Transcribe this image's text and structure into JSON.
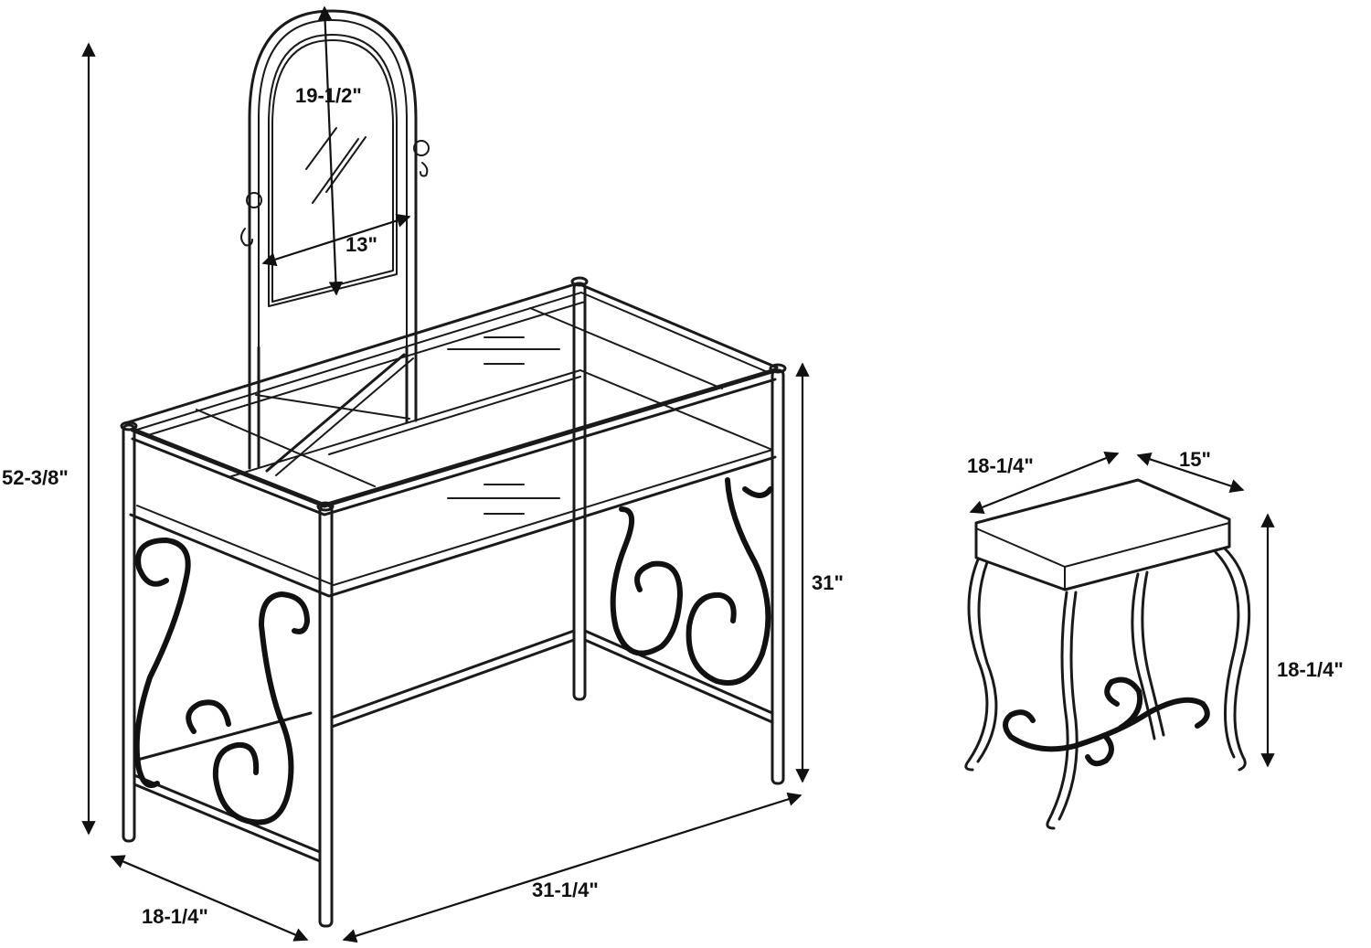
{
  "dimensions": {
    "vanity_overall_height": "52-3/8\"",
    "mirror_height": "19-1/2\"",
    "mirror_width": "13\"",
    "vanity_height": "31\"",
    "vanity_width": "31-1/4\"",
    "vanity_depth": "18-1/4\"",
    "stool_width": "18-1/4\"",
    "stool_depth": "15\"",
    "stool_height": "18-1/4\""
  },
  "colors": {
    "line": "#1a1a1a",
    "background": "#ffffff"
  }
}
